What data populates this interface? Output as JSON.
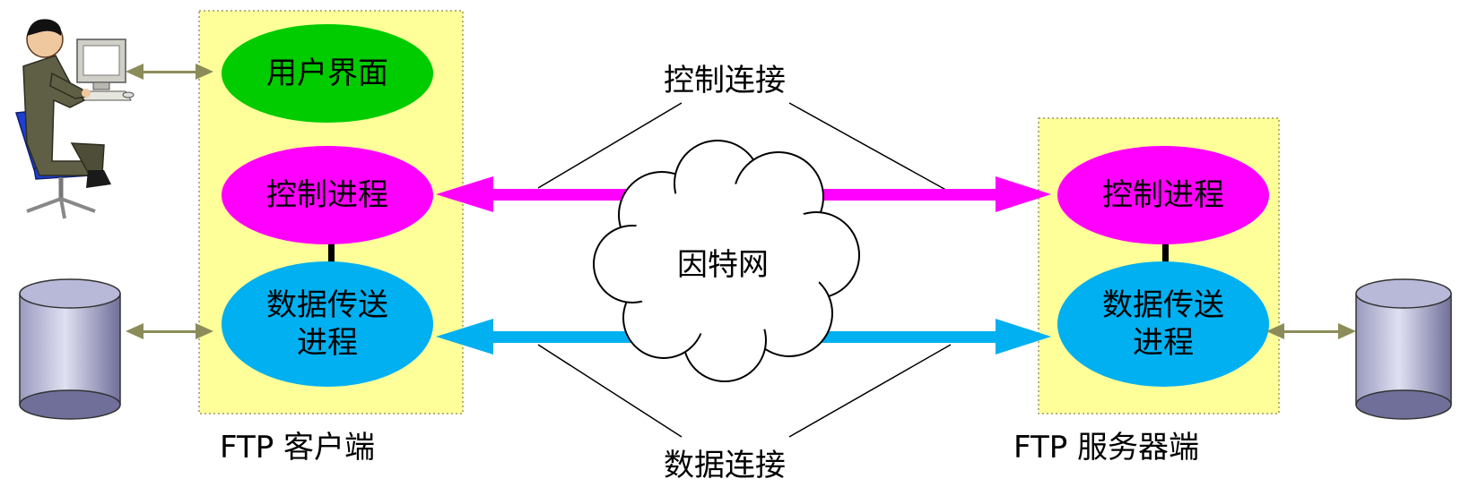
{
  "client": {
    "title": "FTP 客户端",
    "ui": "用户界面",
    "control": "控制进程",
    "data_line1": "数据传送",
    "data_line2": "进程"
  },
  "server": {
    "title": "FTP 服务器端",
    "control": "控制进程",
    "data_line1": "数据传送",
    "data_line2": "进程"
  },
  "cloud_label": "因特网",
  "control_connection_label": "控制连接",
  "data_connection_label": "数据连接",
  "colors": {
    "panel": "#ffff99",
    "ui_node": "#00cc00",
    "control": "#ff00ff",
    "data": "#00b0f0",
    "double_arrow": "#8c8c5a"
  }
}
